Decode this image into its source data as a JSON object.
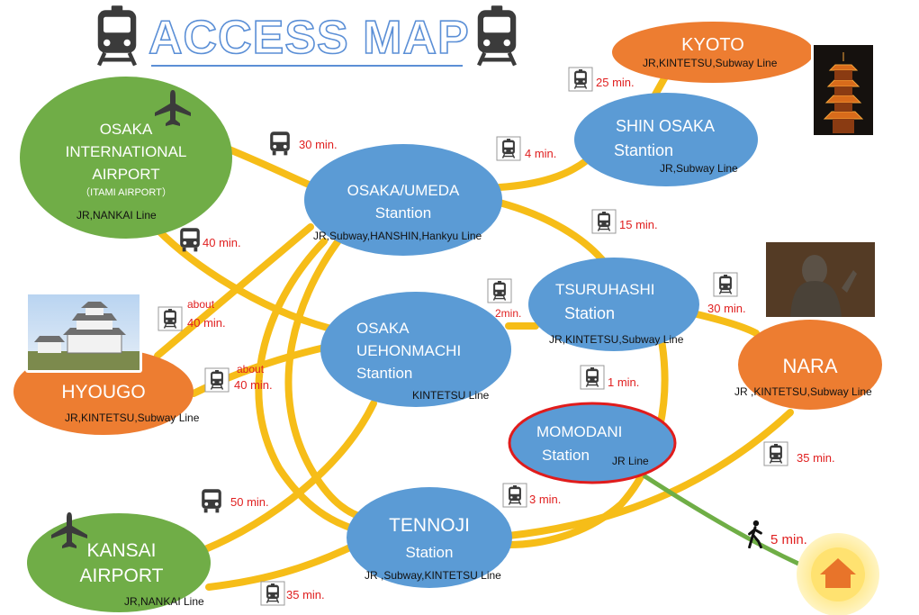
{
  "title": "ACCESS MAP",
  "colors": {
    "route": "#f6bd18",
    "walk": "#6fae46",
    "blue_station": "#5b9bd5",
    "green_airport": "#70ad47",
    "orange_city": "#ed7d31",
    "time_text": "#e02020"
  },
  "icons": {
    "train": "train-icon",
    "bus": "bus-icon",
    "plane": "airplane-icon",
    "walk": "walking-person-icon",
    "home": "home-icon"
  },
  "nodes": {
    "itami": {
      "name_lines": [
        "OSAKA",
        "INTERNATIONAL",
        "AIRPORT"
      ],
      "sub": "（ITAMI AIRPORT）",
      "lines": "JR,NANKAI  Line"
    },
    "umeda": {
      "name_lines": [
        "OSAKA/UMEDA",
        "Stantion"
      ],
      "lines": "JR,Subway,HANSHIN,Hankyu Line"
    },
    "shin_osaka": {
      "name_lines": [
        "SHIN OSAKA",
        "Stantion"
      ],
      "lines": "JR,Subway  Line"
    },
    "kyoto": {
      "name": "KYOTO",
      "lines": "JR,KINTETSU,Subway  Line"
    },
    "tsuruhashi": {
      "name_lines": [
        "TSURUHASHI",
        "Station"
      ],
      "lines": "JR,KINTETSU,Subway    Line"
    },
    "uehonmachi": {
      "name_lines": [
        "OSAKA",
        "UEHONMACHI",
        "Stantion"
      ],
      "lines": "KINTETSU Line"
    },
    "nara": {
      "name": "NARA",
      "lines": "JR ,KINTETSU,Subway Line"
    },
    "hyougo": {
      "name": "HYOUGO",
      "lines": "JR,KINTETSU,Subway Line"
    },
    "momodani": {
      "name_lines": [
        "MOMODANI",
        "Station"
      ],
      "lines": "JR Line"
    },
    "tennoji": {
      "name_lines": [
        "TENNOJI",
        "Station"
      ],
      "lines": "JR ,Subway,KINTETSU Line"
    },
    "kansai": {
      "name_lines": [
        "KANSAI",
        "AIRPORT"
      ],
      "lines": "JR,NANKAI  Line"
    }
  },
  "times": {
    "itami_umeda": "30 min.",
    "itami_uehonmachi": "40 min.",
    "umeda_shin_osaka": "4 min.",
    "shin_osaka_kyoto": "25 min.",
    "umeda_tsuruhashi": "15 min.",
    "hyougo_umeda": [
      "about",
      "40 min."
    ],
    "hyougo_uehonmachi": [
      "about",
      "40 min."
    ],
    "uehonmachi_tsuruhashi": "2min.",
    "tsuruhashi_nara": "30 min.",
    "tsuruhashi_momodani": "1 min.",
    "nara_tennoji": "35 min.",
    "momodani_tennoji": "3 min.",
    "kansai_uehonmachi": "50 min.",
    "kansai_tennoji": "35 min.",
    "walk_home": "5 min."
  }
}
